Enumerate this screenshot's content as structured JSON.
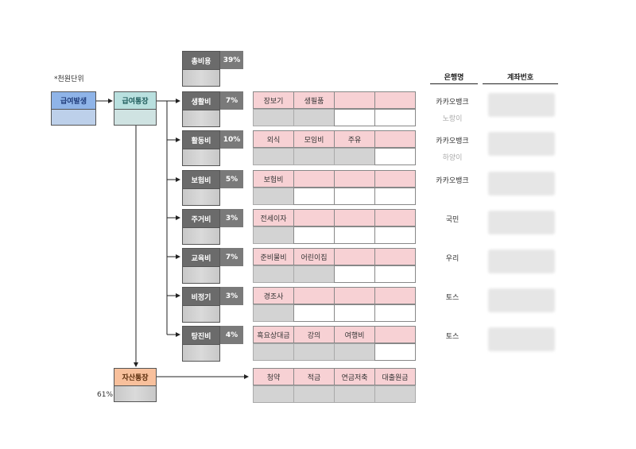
{
  "unit_note": "*천원단위",
  "nodes": {
    "income": "급여발생",
    "salary_account": "급여통장",
    "asset_account": "자산통장",
    "asset_pct": "61%",
    "total_cost": "총비용",
    "total_pct": "39%"
  },
  "categories": [
    {
      "label": "생활비",
      "pct": "7%",
      "items": [
        "장보기",
        "생필품",
        "",
        ""
      ],
      "bank": "카카오뱅크",
      "bank_sub": "노랑이"
    },
    {
      "label": "활동비",
      "pct": "10%",
      "items": [
        "외식",
        "모임비",
        "주유",
        ""
      ],
      "bank": "카카오뱅크",
      "bank_sub": "하양이"
    },
    {
      "label": "보험비",
      "pct": "5%",
      "items": [
        "보험비",
        "",
        "",
        ""
      ],
      "bank": "카카오뱅크",
      "bank_sub": ""
    },
    {
      "label": "주거비",
      "pct": "3%",
      "items": [
        "전세이자",
        "",
        "",
        ""
      ],
      "bank": "국민",
      "bank_sub": ""
    },
    {
      "label": "교육비",
      "pct": "7%",
      "items": [
        "준비물비",
        "어린이집",
        "",
        ""
      ],
      "bank": "우리",
      "bank_sub": ""
    },
    {
      "label": "비정기",
      "pct": "3%",
      "items": [
        "경조사",
        "",
        "",
        ""
      ],
      "bank": "토스",
      "bank_sub": ""
    },
    {
      "label": "탕진비",
      "pct": "4%",
      "items": [
        "흑요상대금",
        "강의",
        "여행비",
        ""
      ],
      "bank": "토스",
      "bank_sub": ""
    }
  ],
  "asset_items": [
    "청약",
    "적금",
    "연금저축",
    "대출원금"
  ],
  "table_headers": {
    "bank": "은행명",
    "account": "계좌번호"
  }
}
